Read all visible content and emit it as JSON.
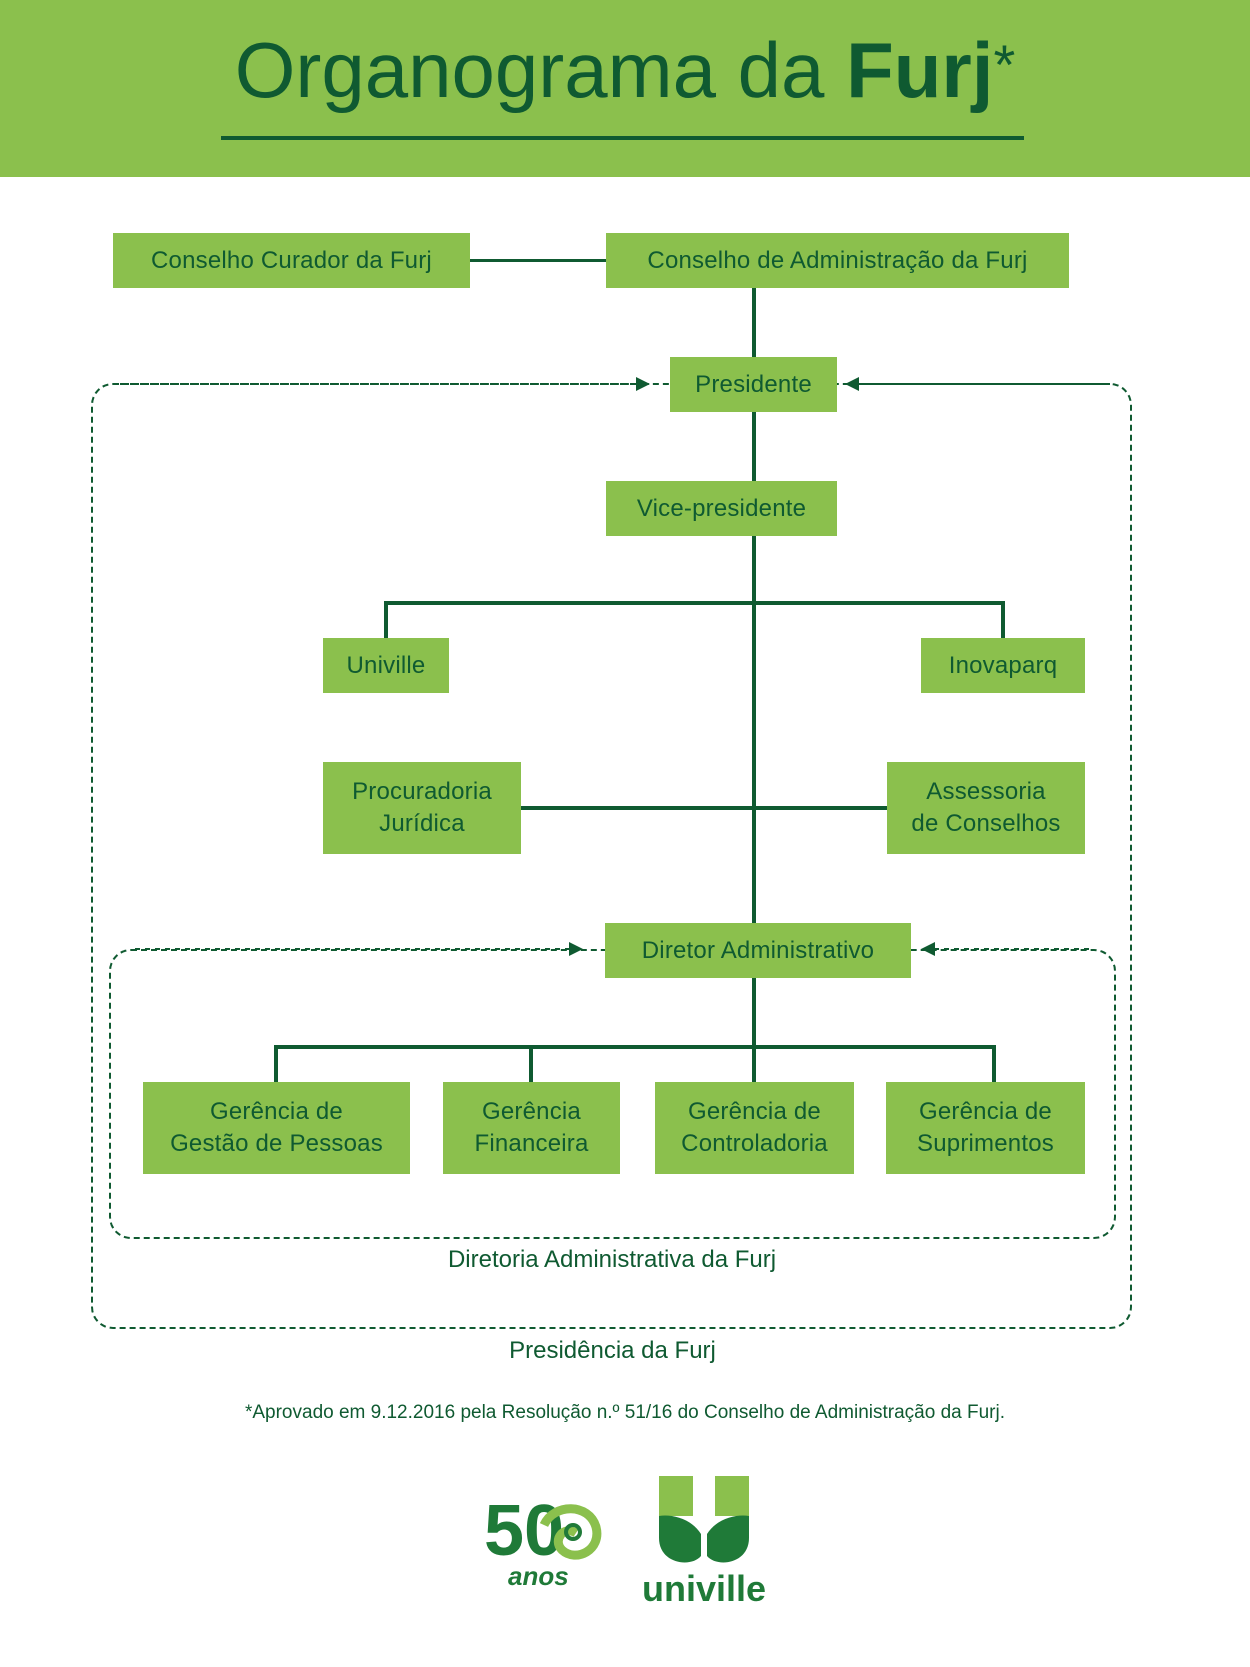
{
  "header": {
    "title_light": "Organograma da",
    "title_bold": "Furj",
    "title_star": "*"
  },
  "nodes": {
    "conselho_curador": "Conselho Curador da Furj",
    "conselho_administracao": "Conselho de Administração da Furj",
    "presidente": "Presidente",
    "vice_presidente": "Vice-presidente",
    "univille": "Univille",
    "inovaparq": "Inovaparq",
    "procuradoria": "Procuradoria\nJurídica",
    "assessoria": "Assessoria\nde Conselhos",
    "diretor_administrativo": "Diretor Administrativo",
    "gerencia_pessoas": "Gerência de\nGestão de Pessoas",
    "gerencia_financeira": "Gerência\nFinanceira",
    "gerencia_controladoria": "Gerência de\nControladoria",
    "gerencia_suprimentos": "Gerência de\nSuprimentos"
  },
  "groups": {
    "diretoria": "Diretoria Administrativa da Furj",
    "presidencia": "Presidência da Furj"
  },
  "footnote": "*Aprovado em 9.12.2016 pela Resolução n.º 51/16 do Conselho de Administração da Furj.",
  "logos": {
    "anniversary_number": "50",
    "anniversary_word": "anos",
    "brand_name": "univille"
  },
  "colors": {
    "brand_green": "#8bc04d",
    "dark_green": "#0f5a31"
  }
}
